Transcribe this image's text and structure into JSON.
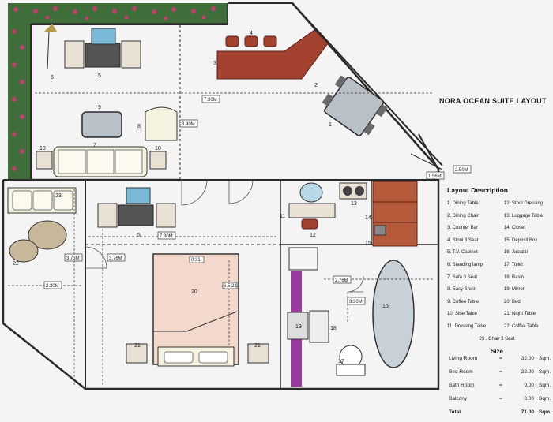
{
  "title": "NORA OCEAN SUITE LAYOUT",
  "legend": {
    "heading": "Layout Description",
    "items": [
      "1. Dining Table",
      "2. Dining Chair",
      "3. Counter Bar",
      "4. Stool 3 Seat",
      "5. T.V. Cabinet",
      "6. Standing lamp",
      "7. Sofa 3 Seat",
      "8. Easy Shair",
      "9. Coffee Table",
      "10. Side Table",
      "11. Dressing Table",
      "12. Stool Dressing",
      "13. Luggage Table",
      "14. Closet",
      "15. Deposit Box",
      "16. Jacuzzi",
      "17. Toilet",
      "18. Basin",
      "19. Mirror",
      "20. Bed",
      "21. Night Table",
      "22. Coffee Table"
    ],
    "extra": "23 . Chair 3 Seat"
  },
  "size": {
    "heading": "Size",
    "rows": [
      {
        "name": "Living Room",
        "value": "32.00",
        "unit": "Sqm."
      },
      {
        "name": "Bed Room",
        "value": "22.00",
        "unit": "Sqm."
      },
      {
        "name": "Bath Room",
        "value": "9.00",
        "unit": "Sqm."
      },
      {
        "name": "Balcony",
        "value": "8.00",
        "unit": "Sqm."
      }
    ],
    "total": {
      "name": "Total",
      "value": "71.00",
      "unit": "Sqm."
    }
  },
  "dimensions": {
    "living_width": "7.30M",
    "easy_chair": "3.90M",
    "balcony_a": "1.56M",
    "balcony_b": "2.50M",
    "bedroom_width": "7.30M",
    "left_a": "3.73M",
    "left_b": "3.76M",
    "left_c": "2.30M",
    "bed_top": "0.31",
    "bed_side": "6.5 21",
    "bath_a": "2.76M",
    "bath_b": "3.30M"
  },
  "labels": {
    "n1": "1",
    "n2": "2",
    "n3": "3",
    "n4": "4",
    "n5": "5",
    "n5b": "5",
    "n6": "6",
    "n7": "7",
    "n8": "8",
    "n9": "9",
    "n10a": "10",
    "n10b": "10",
    "n11": "11",
    "n12": "12",
    "n13": "13",
    "n14": "14",
    "n15": "15",
    "n16": "16",
    "n17": "17",
    "n18": "18",
    "n19": "19",
    "n20": "20",
    "n21a": "21",
    "n21b": "21",
    "n22": "22",
    "n23": "23"
  },
  "colors": {
    "wall": "#2a2a2a",
    "counter": "#a3412f",
    "closet": "#b55a3a",
    "bed": "#f3d8cc",
    "sofa": "#f6f3e0",
    "plants": "#c0406a",
    "leaves": "#3f6e3a",
    "purple": "#9a3a9e",
    "jacuzzi": "#c8d0d8"
  }
}
